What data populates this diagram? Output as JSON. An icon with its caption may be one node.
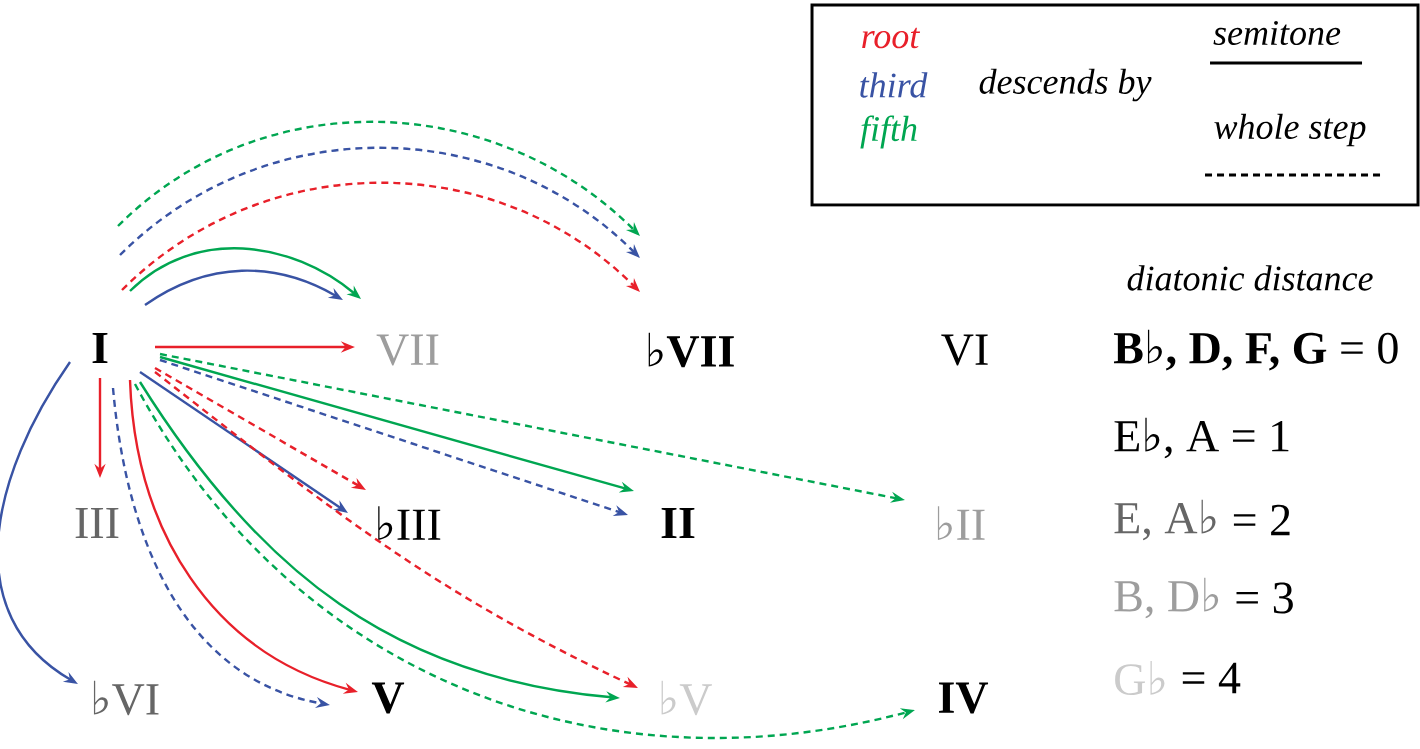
{
  "diagram": {
    "nodes": [
      {
        "text": [
          "I"
        ]
      },
      {
        "text": [
          "VII"
        ]
      },
      {
        "text": [
          "♭VII"
        ]
      },
      {
        "text": [
          "VI"
        ]
      },
      {
        "text": [
          "III"
        ]
      },
      {
        "text": [
          "♭III"
        ]
      },
      {
        "text": [
          "II"
        ]
      },
      {
        "text": [
          "♭II"
        ]
      },
      {
        "text": [
          "♭VI"
        ]
      },
      {
        "text": [
          "V"
        ]
      },
      {
        "text": [
          "♭V"
        ]
      },
      {
        "text": [
          "IV"
        ]
      }
    ],
    "edges": [
      {
        "from": 0,
        "to": 1,
        "arrow": "to",
        "color": "#e8202a"
      },
      {
        "from": 0,
        "to": 1,
        "arrow": "to",
        "color": "#3953a4"
      },
      {
        "from": 0,
        "to": 1,
        "arrow": "to",
        "color": "#00a651"
      },
      {
        "from": 0,
        "to": 2,
        "arrow": "to",
        "style": "dashed",
        "color": "#e8202a"
      },
      {
        "from": 0,
        "to": 2,
        "arrow": "to",
        "style": "dashed",
        "color": "#3953a4"
      },
      {
        "from": 0,
        "to": 2,
        "arrow": "to",
        "style": "dashed",
        "color": "#00a651"
      },
      {
        "from": 0,
        "to": 4,
        "arrow": "to",
        "color": "#e8202a"
      },
      {
        "from": 0,
        "to": 8,
        "arrow": "to",
        "color": "#3953a4"
      },
      {
        "from": 0,
        "to": 9,
        "arrow": "to",
        "style": "dashed",
        "color": "#3953a4"
      },
      {
        "from": 0,
        "to": 9,
        "arrow": "to",
        "color": "#e8202a"
      },
      {
        "from": 0,
        "to": 5,
        "arrow": "to",
        "color": "#3953a4"
      },
      {
        "from": 0,
        "to": 5,
        "arrow": "to",
        "style": "dashed",
        "color": "#e8202a"
      },
      {
        "from": 0,
        "to": 6,
        "arrow": "to",
        "style": "dashed",
        "color": "#3953a4"
      },
      {
        "from": 0,
        "to": 6,
        "arrow": "to",
        "color": "#00a651"
      },
      {
        "from": 0,
        "to": 7,
        "arrow": "to",
        "style": "dashed",
        "color": "#00a651"
      },
      {
        "from": 0,
        "to": 10,
        "arrow": "to",
        "style": "dashed",
        "color": "#e8202a"
      },
      {
        "from": 0,
        "to": 10,
        "arrow": "to",
        "color": "#00a651"
      },
      {
        "from": 0,
        "to": 11,
        "arrow": "to",
        "style": "dashed",
        "color": "#00a651"
      }
    ],
    "labels": [
      "descends by",
      "diatonic distance",
      "**B♭, D, F, G** = 0",
      "E♭, A = 1",
      "E, A♭",
      "= 2",
      "B, D♭",
      "= 3",
      "G♭",
      "= 4"
    ],
    "legend": [
      {
        "text": "root",
        "color": "#e8202a"
      },
      {
        "text": "third",
        "color": "#3953a4"
      },
      {
        "text": "fifth",
        "color": "#00a651"
      },
      {
        "text": "semitone"
      },
      {
        "text": "whole step"
      }
    ]
  }
}
